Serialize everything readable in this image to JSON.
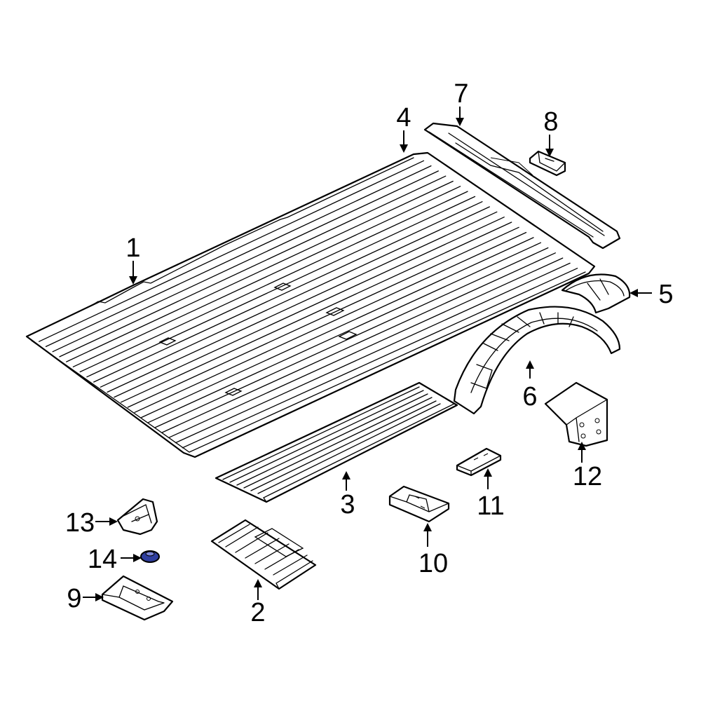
{
  "diagram": {
    "callouts": [
      {
        "id": "1",
        "text": "1"
      },
      {
        "id": "2",
        "text": "2"
      },
      {
        "id": "3",
        "text": "3"
      },
      {
        "id": "4",
        "text": "4"
      },
      {
        "id": "5",
        "text": "5"
      },
      {
        "id": "6",
        "text": "6"
      },
      {
        "id": "7",
        "text": "7"
      },
      {
        "id": "8",
        "text": "8"
      },
      {
        "id": "9",
        "text": "9"
      },
      {
        "id": "10",
        "text": "10"
      },
      {
        "id": "11",
        "text": "11"
      },
      {
        "id": "12",
        "text": "12"
      },
      {
        "id": "13",
        "text": "13"
      },
      {
        "id": "14",
        "text": "14"
      }
    ],
    "colors": {
      "line": "#000000",
      "background": "#ffffff",
      "highlight_part": "#2f3e9e"
    }
  }
}
